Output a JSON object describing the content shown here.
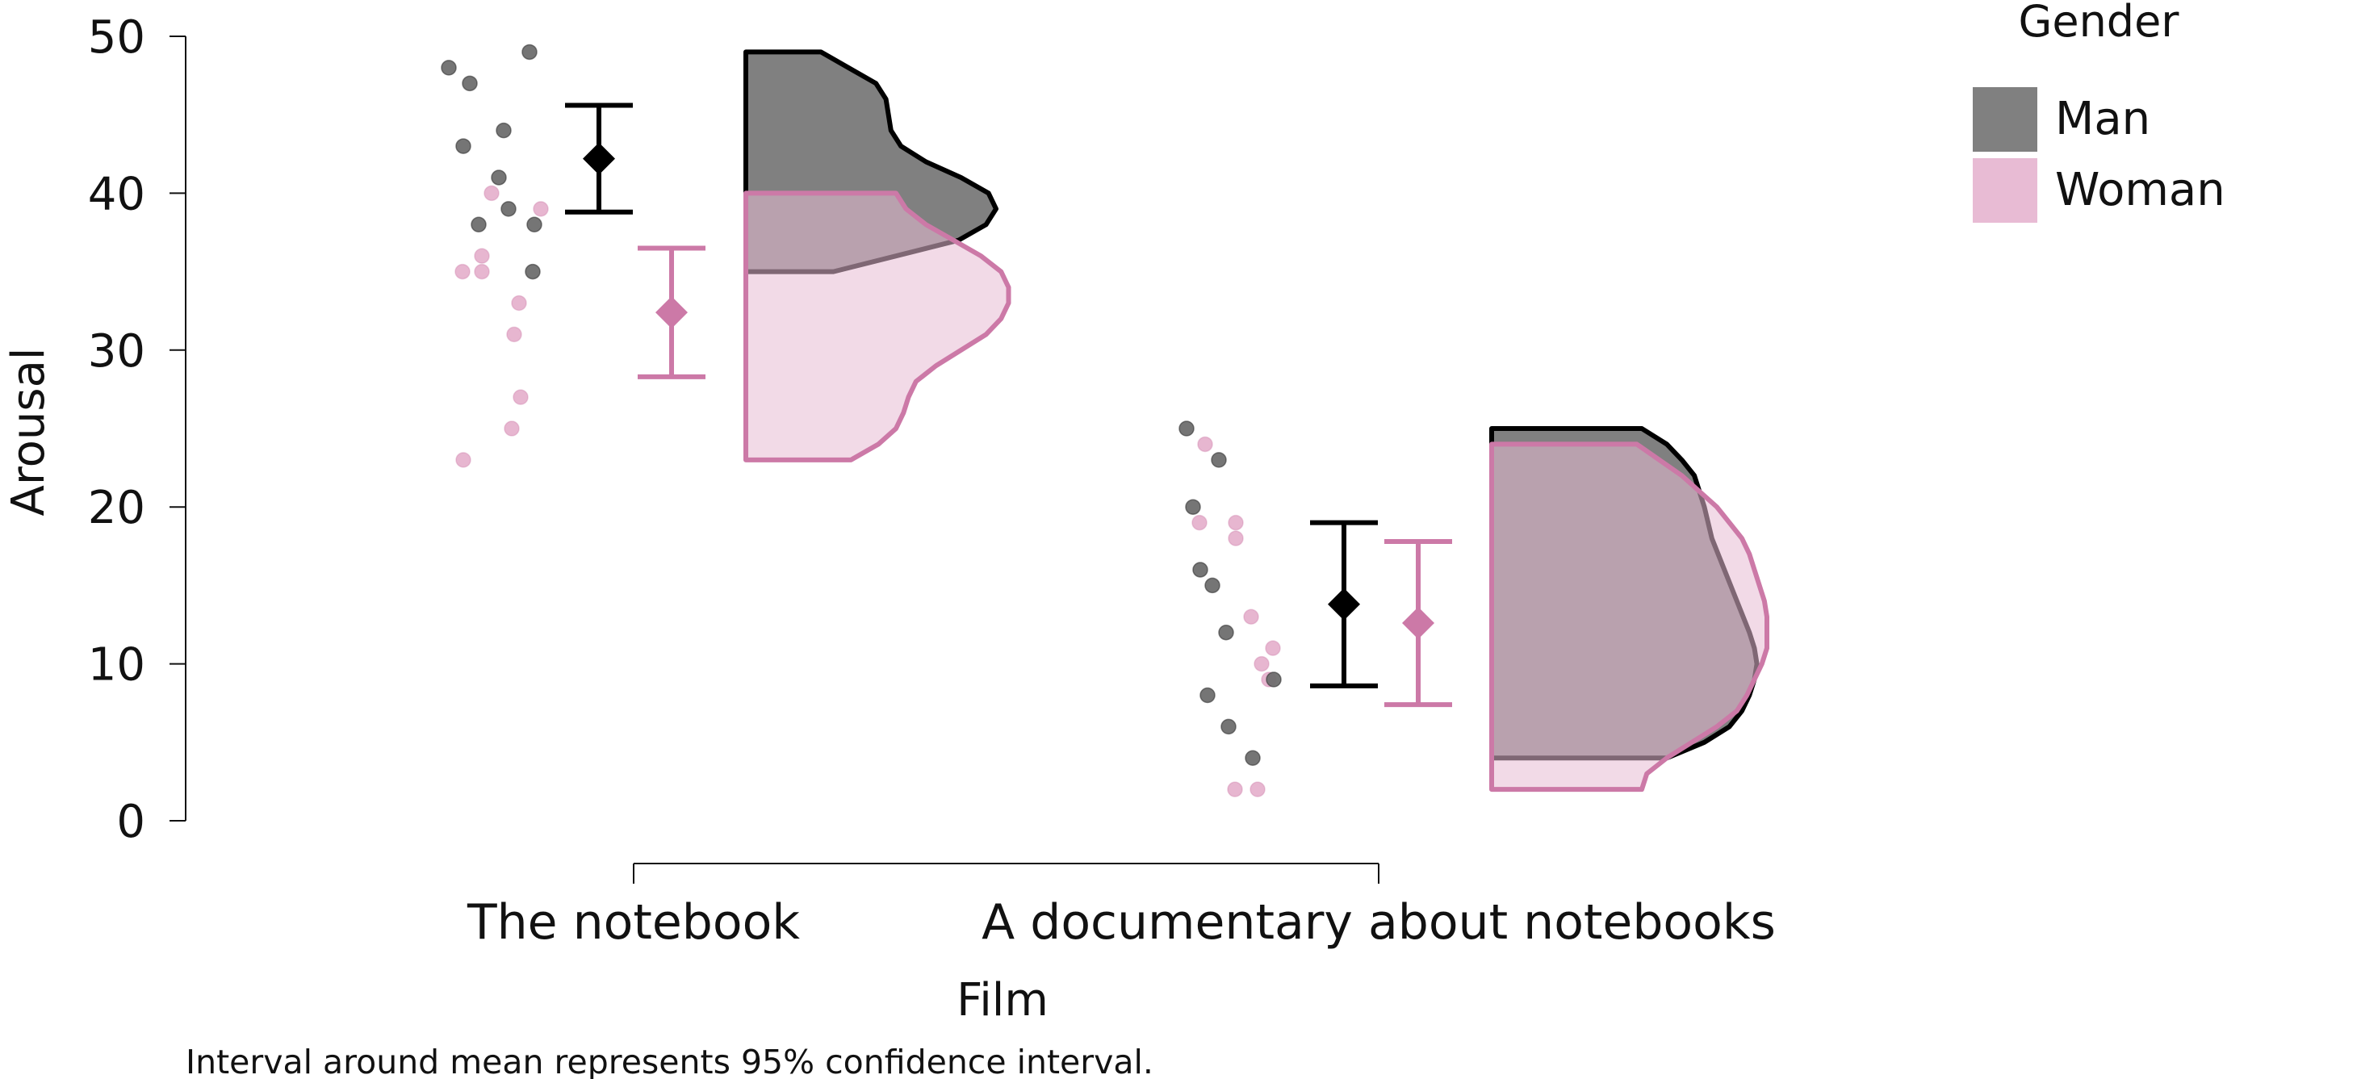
{
  "chart_data": {
    "type": "raincloud",
    "xlabel": "Film",
    "ylabel": "Arousal",
    "ylim": [
      0,
      50
    ],
    "yticks": [
      0,
      10,
      20,
      30,
      40,
      50
    ],
    "categories": [
      "The notebook",
      "A documentary about notebooks"
    ],
    "note": "Interval around mean represents 95% confidence interval.",
    "legend": {
      "title": "Gender",
      "position": "top-right",
      "entries": [
        {
          "name": "Man",
          "color": "#808080"
        },
        {
          "name": "Woman",
          "color": "#e8bbd4"
        }
      ]
    },
    "colors": {
      "man_fill": "#808080",
      "man_point": "#6e6e6e",
      "man_line": "#000000",
      "woman_fill": "#e8bbd4",
      "woman_point": "#e4aecb",
      "woman_line": "#cc79a7"
    },
    "series": [
      {
        "name": "Man",
        "groups": [
          {
            "category": "The notebook",
            "points": [
              48,
              47,
              49,
              43,
              44,
              41,
              39,
              38,
              38,
              35
            ],
            "mean": 42.2,
            "ci": [
              38.8,
              45.6
            ],
            "density": [
              [
                35,
                0
              ],
              [
                35,
                0.35
              ],
              [
                36,
                0.6
              ],
              [
                37,
                0.85
              ],
              [
                38,
                0.96
              ],
              [
                39,
                1.0
              ],
              [
                40,
                0.97
              ],
              [
                41,
                0.86
              ],
              [
                42,
                0.72
              ],
              [
                43,
                0.62
              ],
              [
                44,
                0.58
              ],
              [
                45,
                0.57
              ],
              [
                46,
                0.56
              ],
              [
                47,
                0.52
              ],
              [
                48,
                0.41
              ],
              [
                49,
                0.3
              ],
              [
                49,
                0
              ]
            ]
          },
          {
            "category": "A documentary about notebooks",
            "points": [
              25,
              23,
              20,
              16,
              15,
              12,
              9,
              8,
              6,
              4
            ],
            "mean": 13.8,
            "ci": [
              8.6,
              19.0
            ],
            "density": [
              [
                4,
                0
              ],
              [
                4,
                0.7
              ],
              [
                5,
                0.85
              ],
              [
                6,
                0.95
              ],
              [
                7,
                1.0
              ],
              [
                8,
                1.03
              ],
              [
                9,
                1.05
              ],
              [
                10,
                1.06
              ],
              [
                11,
                1.05
              ],
              [
                12,
                1.03
              ],
              [
                14,
                0.98
              ],
              [
                16,
                0.93
              ],
              [
                18,
                0.88
              ],
              [
                20,
                0.85
              ],
              [
                22,
                0.81
              ],
              [
                23,
                0.76
              ],
              [
                24,
                0.7
              ],
              [
                25,
                0.6
              ],
              [
                25,
                0
              ]
            ]
          }
        ]
      },
      {
        "name": "Woman",
        "groups": [
          {
            "category": "The notebook",
            "points": [
              40,
              39,
              36,
              35,
              35,
              33,
              31,
              27,
              25,
              23
            ],
            "mean": 32.4,
            "ci": [
              28.3,
              36.5
            ],
            "density": [
              [
                23,
                0
              ],
              [
                23,
                0.42
              ],
              [
                24,
                0.53
              ],
              [
                25,
                0.6
              ],
              [
                26,
                0.63
              ],
              [
                27,
                0.65
              ],
              [
                28,
                0.68
              ],
              [
                29,
                0.76
              ],
              [
                30,
                0.86
              ],
              [
                31,
                0.96
              ],
              [
                32,
                1.02
              ],
              [
                33,
                1.05
              ],
              [
                34,
                1.05
              ],
              [
                35,
                1.02
              ],
              [
                36,
                0.94
              ],
              [
                37,
                0.83
              ],
              [
                38,
                0.72
              ],
              [
                39,
                0.64
              ],
              [
                40,
                0.6
              ],
              [
                40,
                0
              ]
            ]
          },
          {
            "category": "A documentary about notebooks",
            "points": [
              24,
              19,
              19,
              18,
              13,
              11,
              10,
              9,
              2,
              2
            ],
            "mean": 12.6,
            "ci": [
              7.4,
              17.8
            ],
            "density": [
              [
                2,
                0
              ],
              [
                2,
                0.6
              ],
              [
                3,
                0.62
              ],
              [
                4,
                0.7
              ],
              [
                5,
                0.8
              ],
              [
                6,
                0.9
              ],
              [
                7,
                0.98
              ],
              [
                8,
                1.02
              ],
              [
                9,
                1.05
              ],
              [
                10,
                1.08
              ],
              [
                11,
                1.1
              ],
              [
                12,
                1.1
              ],
              [
                13,
                1.1
              ],
              [
                14,
                1.09
              ],
              [
                15,
                1.07
              ],
              [
                16,
                1.05
              ],
              [
                17,
                1.03
              ],
              [
                18,
                1.0
              ],
              [
                19,
                0.95
              ],
              [
                20,
                0.9
              ],
              [
                21,
                0.83
              ],
              [
                22,
                0.76
              ],
              [
                23,
                0.67
              ],
              [
                24,
                0.58
              ],
              [
                24,
                0
              ]
            ]
          }
        ]
      }
    ]
  }
}
